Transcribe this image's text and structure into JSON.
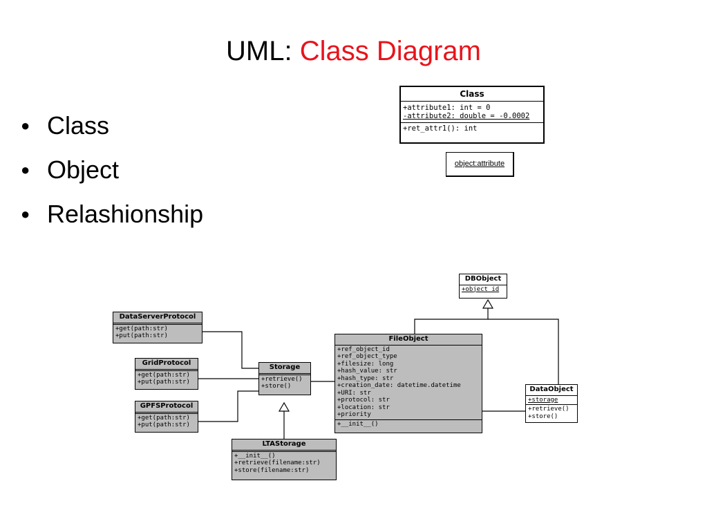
{
  "slide": {
    "title_prefix": "UML: ",
    "title_accent": "Class Diagram",
    "accent_color": "#e8141c"
  },
  "bullets": [
    {
      "label": "Class"
    },
    {
      "label": "Object"
    },
    {
      "label": "Relashionship"
    }
  ],
  "example_class": {
    "name": "Class",
    "attr1": "+attribute1: int = 0",
    "attr2": "-attribute2: double = -0.0002",
    "method1": "+ret_attr1(): int"
  },
  "example_object": {
    "label": "object:attribute"
  },
  "diagram": {
    "dbobject": {
      "name": "DBObject",
      "attr": "+object_id"
    },
    "dataserverprotocol": {
      "name": "DataServerProtocol",
      "m1": "+get(path:str)",
      "m2": "+put(path:str)"
    },
    "gridprotocol": {
      "name": "GridProtocol",
      "m1": "+get(path:str)",
      "m2": "+put(path:str)"
    },
    "gpfsprotocol": {
      "name": "GPFSProtocol",
      "m1": "+get(path:str)",
      "m2": "+put(path:str)"
    },
    "storage": {
      "name": "Storage",
      "m1": "+retrieve()",
      "m2": "+store()"
    },
    "fileobject": {
      "name": "FileObject",
      "attrs": [
        "+ref_object_id",
        "+ref_object_type",
        "+filesize: long",
        "+hash_value: str",
        "+hash_type: str",
        "+creation_date: datetime.datetime",
        "+URI: str",
        "+protocol: str",
        "+location: str",
        "+priority"
      ],
      "method": "+__init__()"
    },
    "dataobject": {
      "name": "DataObject",
      "attr": "+storage",
      "m1": "+retrieve()",
      "m2": "+store()"
    },
    "ltastorage": {
      "name": "LTAStorage",
      "m1": "+__init__()",
      "m2": "+retrieve(filename:str)",
      "m3": "+store(filename:str)"
    }
  }
}
